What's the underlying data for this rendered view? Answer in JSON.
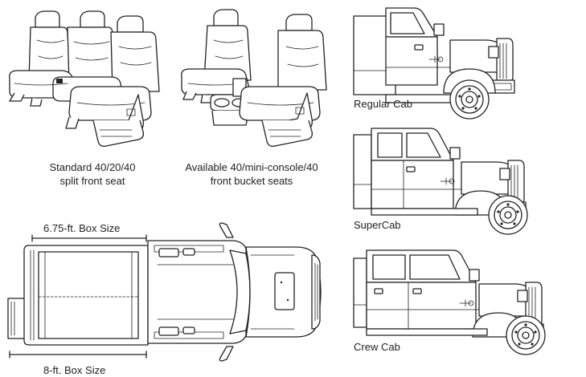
{
  "seats": [
    {
      "caption_line1": "Standard 40/20/40",
      "caption_line2": "split front seat"
    },
    {
      "caption_line1": "Available 40/mini-console/40",
      "caption_line2": "front bucket seats"
    }
  ],
  "box_sizes": {
    "short": "6.75-ft. Box Size",
    "long": "8-ft. Box Size"
  },
  "cabs": [
    {
      "label": "Regular Cab"
    },
    {
      "label": "SuperCab"
    },
    {
      "label": "Crew Cab"
    }
  ]
}
